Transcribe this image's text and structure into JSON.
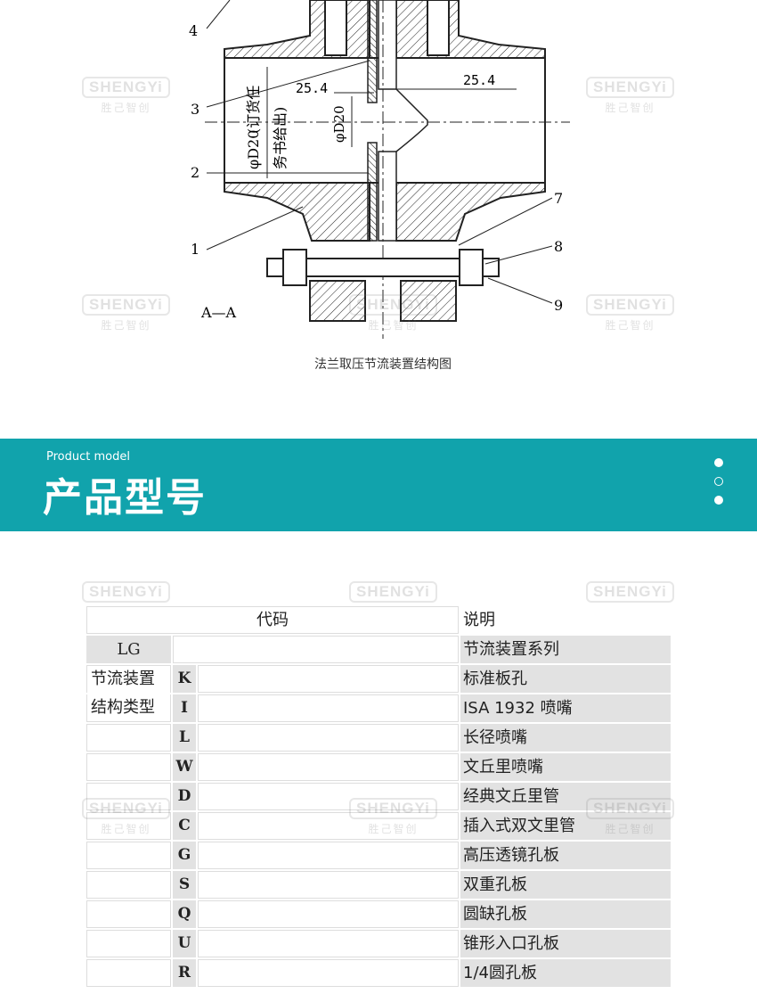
{
  "figure": {
    "labels": {
      "n1": "1",
      "n2": "2",
      "n3": "3",
      "n4": "4",
      "n7": "7",
      "n8": "8",
      "n9": "9",
      "section": "A—A",
      "dim_left": "25.4",
      "dim_right": "25.4",
      "phi_d20_bore_a": "φD20",
      "phi_d20_bore_b": "(订货任",
      "phi_d20_bore_c": "务书给出)",
      "phi_d20_small": "φD20"
    },
    "caption": "法兰取压节流装置结构图"
  },
  "watermark": {
    "brand": "SHENGYi",
    "sub": "胜己智创"
  },
  "banner": {
    "subtitle_en": "Product model",
    "title_zh": "产品型号",
    "colors": {
      "background": "#11a3ac",
      "text": "#ffffff"
    }
  },
  "table": {
    "header_code": "代码",
    "header_desc": "说明",
    "series_code": "LG",
    "series_desc": "节流装置系列",
    "type_label_line1": "节流装置",
    "type_label_line2": "结构类型",
    "rows": [
      {
        "code": "K",
        "desc": "标准板孔"
      },
      {
        "code": "I",
        "desc": "ISA 1932 喷嘴"
      },
      {
        "code": "L",
        "desc": "长径喷嘴"
      },
      {
        "code": "W",
        "desc": "文丘里喷嘴"
      },
      {
        "code": "D",
        "desc": "经典文丘里管"
      },
      {
        "code": "C",
        "desc": "插入式双文里管"
      },
      {
        "code": "G",
        "desc": "高压透镜孔板"
      },
      {
        "code": "S",
        "desc": "双重孔板"
      },
      {
        "code": "Q",
        "desc": "圆缺孔板"
      },
      {
        "code": "U",
        "desc": "锥形入口孔板"
      },
      {
        "code": "R",
        "desc": "1/4圆孔板"
      }
    ]
  }
}
